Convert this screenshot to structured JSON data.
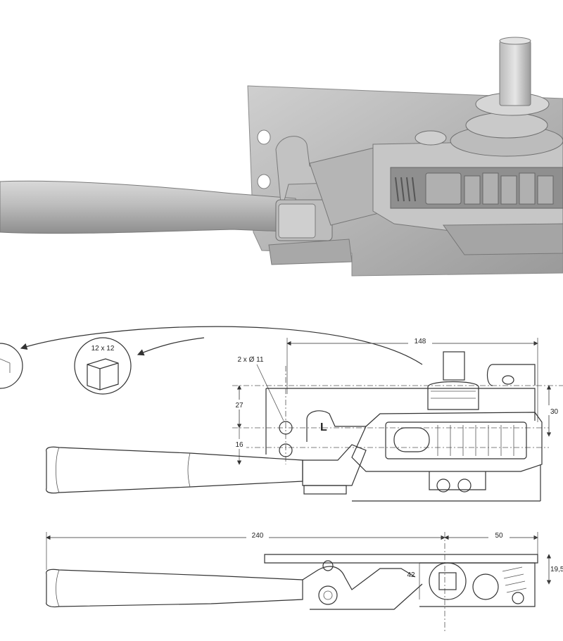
{
  "photo": {
    "description_icon": "clamp-photo"
  },
  "callouts": {
    "square_size": "12 x 12"
  },
  "drawing_top": {
    "holes_label": "2 x Ø 11",
    "dim_width": "148",
    "dim_hole_spacing": "27",
    "dim_lower": "16",
    "dim_height": "30",
    "marker_L": "L"
  },
  "drawing_side": {
    "dim_length": "240",
    "dim_offset": "50",
    "dim_height": "19,5",
    "dim_small": "42"
  },
  "colors": {
    "metal_light": "#cfcfcf",
    "metal_mid": "#a9a9a9",
    "metal_dark": "#7a7a7a",
    "line": "#333333"
  }
}
